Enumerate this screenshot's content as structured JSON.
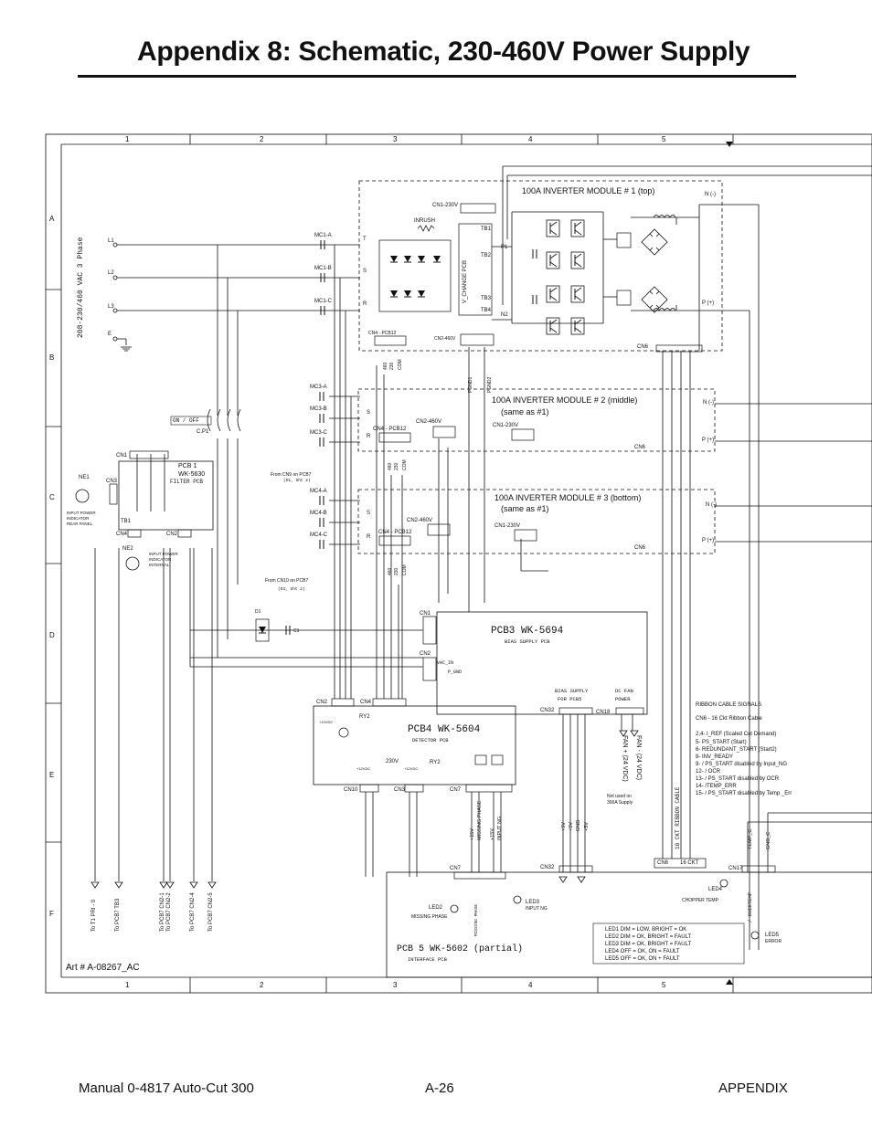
{
  "page": {
    "title": "Appendix 8:  Schematic, 230-460V Power  Supply",
    "footer_left": "Manual   0-4817 Auto-Cut 300",
    "footer_center": "A-26",
    "footer_right": "APPENDIX",
    "art_number": "Art # A-08267_AC"
  },
  "grid": {
    "columns": [
      "1",
      "2",
      "3",
      "4",
      "5"
    ],
    "rows": [
      "A",
      "B",
      "C",
      "D",
      "E",
      "F"
    ]
  },
  "input": {
    "phase_label": "208-230/460 VAC  3 Phase",
    "lines": [
      "L1",
      "L2",
      "L3",
      "E"
    ],
    "on_off": "ON / OFF",
    "cp1": "C.P1"
  },
  "contactors": {
    "mc1": [
      "MC1-A",
      "MC1-B",
      "MC1-C"
    ],
    "mc3": [
      "MC3-A",
      "MC3-B",
      "MC3-C"
    ],
    "mc4": [
      "MC4-A",
      "MC4-B",
      "MC4-C"
    ]
  },
  "modules": {
    "m1_title": "100A INVERTER MODULE  # 1 (top)",
    "m2_title": "100A INVERTER MODULE  # 2 (middle)",
    "m2_sub": "(same as #1)",
    "m3_title": "100A INVERTER MODULE  # 3 (bottom)",
    "m3_sub": "(same as #1)",
    "inrush": "INRUSH",
    "cn1_230v": "CN1-230V",
    "cn2_460v": "CN2-460V",
    "cn4_pcb12": "CN4 - PCB12",
    "v_change": "V_CHANGE PCB",
    "tb": [
      "TB1",
      "TB2",
      "TB3",
      "TB4"
    ],
    "p1": "P1",
    "n2": "N2",
    "n_minus": "N (-)",
    "p_plus": "P (+)",
    "cn6": "CN6",
    "tsr": [
      "T",
      "S",
      "R"
    ],
    "pgnd": [
      "PGND1",
      "PGND2"
    ],
    "cn4_pins": [
      "460",
      "230",
      "COM"
    ]
  },
  "pcb1": {
    "name": "PCB 1",
    "part": "WK-5630",
    "desc": "FILTER PCB",
    "cn1": "CN1",
    "cn2": "CN2",
    "cn3": "CN3",
    "cn4": "CN4",
    "tb1": "TB1",
    "ne1": "NE1",
    "ne2": "NE2",
    "ne1_desc": [
      "INPUT POWER",
      "INDICATOR",
      "REAR PANEL"
    ],
    "ne2_desc": [
      "INPUT POWER",
      "INDICATOR",
      "INTERNAL"
    ]
  },
  "refs": {
    "from_cn9": "From CN9 on PCB7",
    "from_cn9_loc": "(D1, Sht 2)",
    "from_cn10": "From CN10 on PCB7",
    "from_cn10_loc": "(D3, Sht 2)",
    "d1": "D1",
    "c1": "C1",
    "bottom_left": [
      "To T1 PRI - 0",
      "To PCB7 TB3",
      "To PCB7 CN2-1",
      "To PCB7 CN2-2",
      "To PCB7 CN2-4",
      "To PCB7 CN2-5"
    ]
  },
  "pcb3": {
    "name": "PCB3  WK-5694",
    "desc": "BIAS SUPPLY PCB",
    "cn1": "CN1",
    "cn2": "CN2",
    "vac_in": "VAC_IN",
    "p_gnd": "P_GND",
    "bias_supply": "BIAS SUPPLY",
    "for_pcb5": "FOR PCB5",
    "dc_fan": "DC FAN",
    "power": "POWER",
    "cn32": "CN32",
    "cn18": "CN18",
    "fan_plus": "FAN + (24 VDC)",
    "fan_minus": "FAN - (24 VDC)",
    "not_used": [
      "Not used on",
      "300A  Supply"
    ]
  },
  "pcb4": {
    "name": "PCB4  WK-5604",
    "desc": "DETECTOR PCB",
    "cn2": "CN2",
    "cn4": "CN4",
    "cn3": "CN3",
    "cn7": "CN7",
    "cn10": "CN10",
    "ry2": "RY2",
    "v230": "230V",
    "plus12": "+12VDC"
  },
  "pcb5": {
    "name": "PCB 5 WK-5602 (partial)",
    "desc": "INTERFACE PCB",
    "cn7": "CN7",
    "cn32": "CN32",
    "cn6": "CN6",
    "ckt16": "16 CKT",
    "cn17": "CN17",
    "led2": "LED2",
    "led2_name": "MISSING PHASE",
    "led3": "LED3",
    "led3_name": "INPUT NG",
    "led4": "LED4",
    "led4_name": "CHOPPER TEMP",
    "led5": "LED5",
    "led5_name": "ERROR",
    "led_table": [
      "LED1    DIM = LOW, BRIGHT = OK",
      "LED2    DIM = OK, BRIGHT = FAULT",
      "LED3    DIM = OK, BRIGHT = FAULT",
      "LED4    OFF = OK, ON = FAULT",
      "LED5    OFF = OK, ON + FAULT"
    ],
    "signals_cn7": [
      "+15V",
      "MISSING PHASE",
      "+15V",
      "INPUT NG"
    ],
    "signals_cn32": [
      "+5V",
      "+5V",
      "GND",
      "+5V"
    ],
    "temp": [
      "TEMP_C",
      "GND_C"
    ],
    "overtemp": "/ OVERTEMP",
    "ribbon_vertical": "16 CKT RIBBON CABLE"
  },
  "ribbon": {
    "title": "RIBBON CABLE SIGNALS",
    "subtitle": "CN6 - 16 Ckt Ribbon Cable",
    "lines": [
      "2,4- I_REF (Scaled Cut Demand)",
      "5-  PS_START (Start)",
      "6-  REDUNDANT_START (Start2)",
      "8-  INV_READY",
      "9-  / PS_START disabled by Input_NG",
      "12- / OCR",
      "13- / PS_START disabled by OCR",
      "14- /TEMP_ERR",
      "15- / PS_START disabled by Temp _Err"
    ]
  }
}
